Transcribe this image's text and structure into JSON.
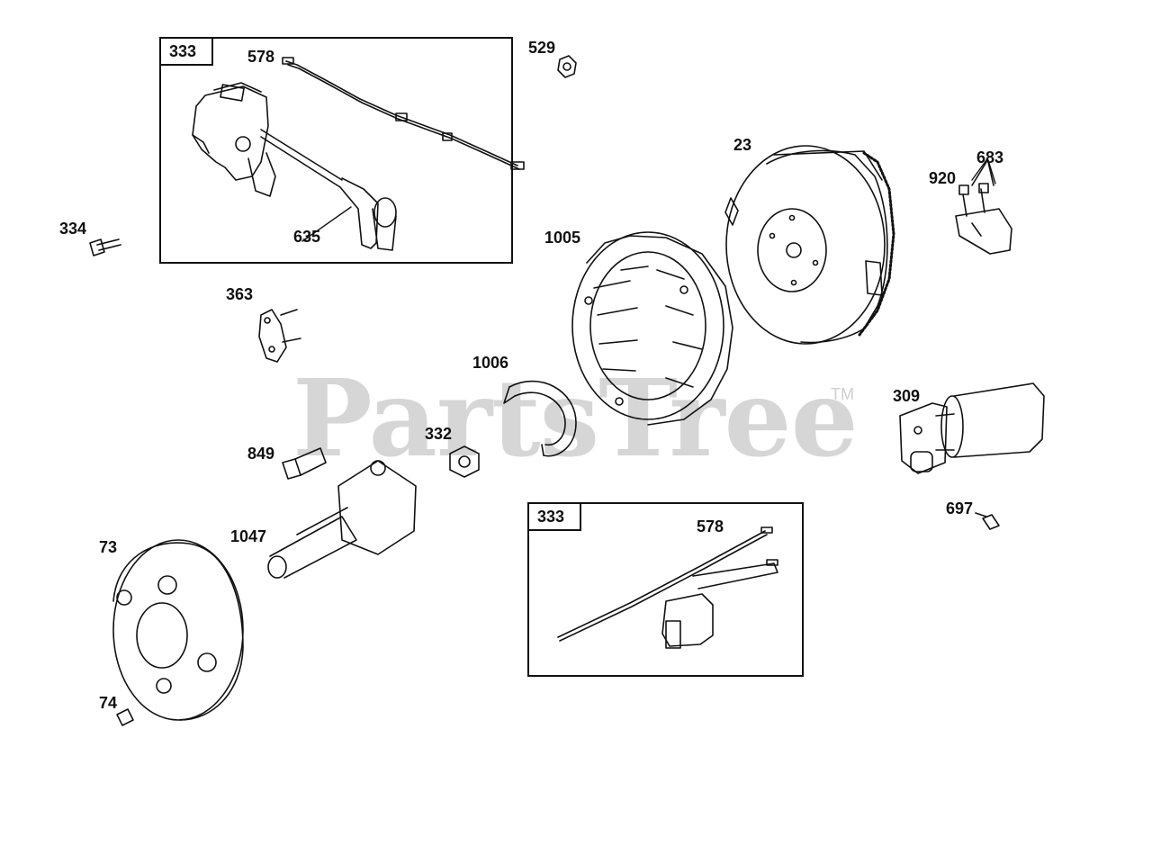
{
  "watermark": {
    "text": "PartsTree",
    "tm": "TM"
  },
  "insets": [
    {
      "id": "top",
      "label": "333"
    },
    {
      "id": "bottom",
      "label": "333"
    }
  ],
  "labels": {
    "p578a": "578",
    "p635": "635",
    "p529": "529",
    "p23": "23",
    "p683": "683",
    "p920": "920",
    "p334": "334",
    "p1005": "1005",
    "p363": "363",
    "p1006": "1006",
    "p309": "309",
    "p849": "849",
    "p332": "332",
    "p697": "697",
    "p1047": "1047",
    "p73": "73",
    "p578b": "578",
    "p74": "74"
  }
}
